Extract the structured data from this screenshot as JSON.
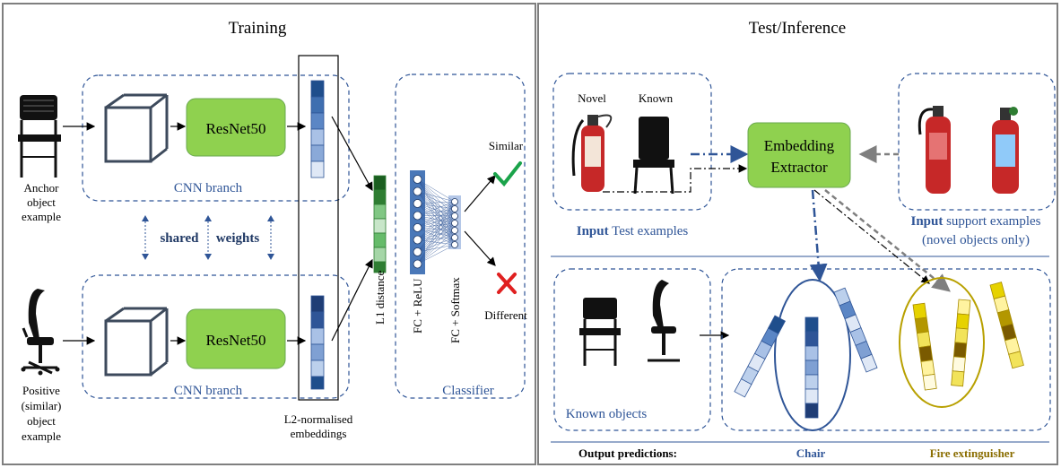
{
  "training": {
    "title": "Training",
    "anchor_label": [
      "Anchor",
      "object",
      "example"
    ],
    "positive_label": [
      "Positive",
      "(similar)",
      "object",
      "example"
    ],
    "resnet_top": "ResNet50",
    "resnet_bottom": "ResNet50",
    "cnn_branch_top": "CNN branch",
    "cnn_branch_bottom": "CNN branch",
    "shared": "shared",
    "weights": "weights",
    "l1_distance": "L1 distance",
    "fc_relu": "FC + ReLU",
    "fc_softmax": "FC + Softmax",
    "similar": "Similar",
    "different": "Different",
    "classifier": "Classifier",
    "embeddings_label": [
      "L2-normalised",
      "embeddings"
    ]
  },
  "inference": {
    "title": "Test/Inference",
    "novel": "Novel",
    "known": "Known",
    "embedding_extractor": [
      "Embedding",
      "Extractor"
    ],
    "input_test_bold": "Input",
    "input_test_rest": " Test examples",
    "input_support_bold": "Input",
    "input_support_rest": " support examples",
    "support_note": "(novel objects only)",
    "known_objects": "Known objects",
    "output_predictions": "Output predictions:",
    "chair": "Chair",
    "fire_extinguisher": "Fire extinguisher"
  },
  "colors": {
    "frame": "#7f7f7f",
    "dashed": "#2f5597",
    "resnet_fill": "#8fd14f",
    "resnet_stroke": "#6aa84f",
    "embed_dark": "#1f4e8c",
    "embed_mid": "#5b86c5",
    "embed_light": "#bcd0ec",
    "l1_green": "#2e7d32",
    "fc_blue": "#4a78b8",
    "check": "#1aa34a",
    "cross": "#e02020",
    "chair_circle": "#2f5597",
    "fire_circle": "#b8a000",
    "fire_label": "#8a6d00",
    "chair_label": "#2f5597",
    "extinguisher_red": "#c62828"
  }
}
